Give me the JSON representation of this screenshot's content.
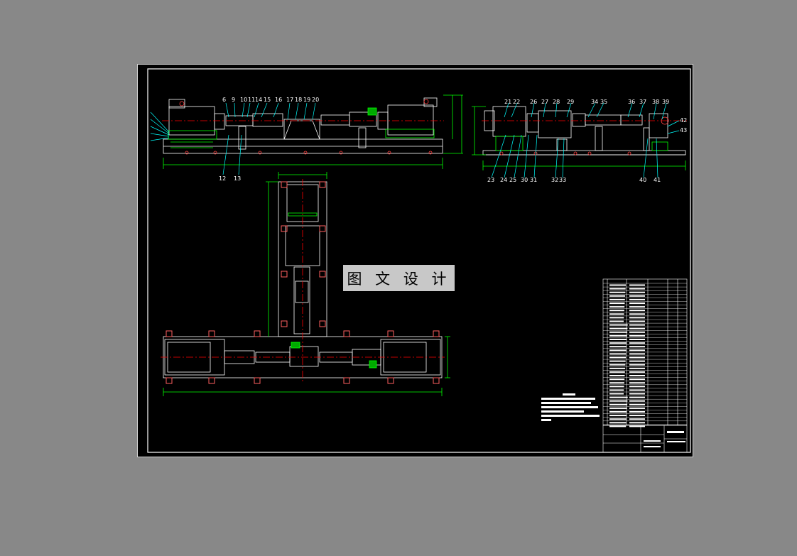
{
  "watermark": {
    "text": "图 文 设 计"
  },
  "colors": {
    "background": "#888888",
    "sheet": "#000000",
    "frame": "#ffffff",
    "lines": "#00ff00",
    "center_lines": "#ff0000",
    "leaders": "#00ffff",
    "text": "#ffffff"
  },
  "callouts_top_left": [
    "6",
    "9",
    "10",
    "11",
    "14",
    "15",
    "16",
    "17",
    "18",
    "19",
    "20"
  ],
  "callouts_bottom_left": [
    "12",
    "13"
  ],
  "callouts_top_right": [
    "21",
    "22",
    "26",
    "27",
    "28",
    "29",
    "34",
    "35",
    "36",
    "37",
    "38",
    "39"
  ],
  "callouts_side_right": [
    "42",
    "43"
  ],
  "callouts_bottom_right": [
    "23",
    "24",
    "25",
    "30",
    "31",
    "32",
    "33",
    "40",
    "41"
  ]
}
